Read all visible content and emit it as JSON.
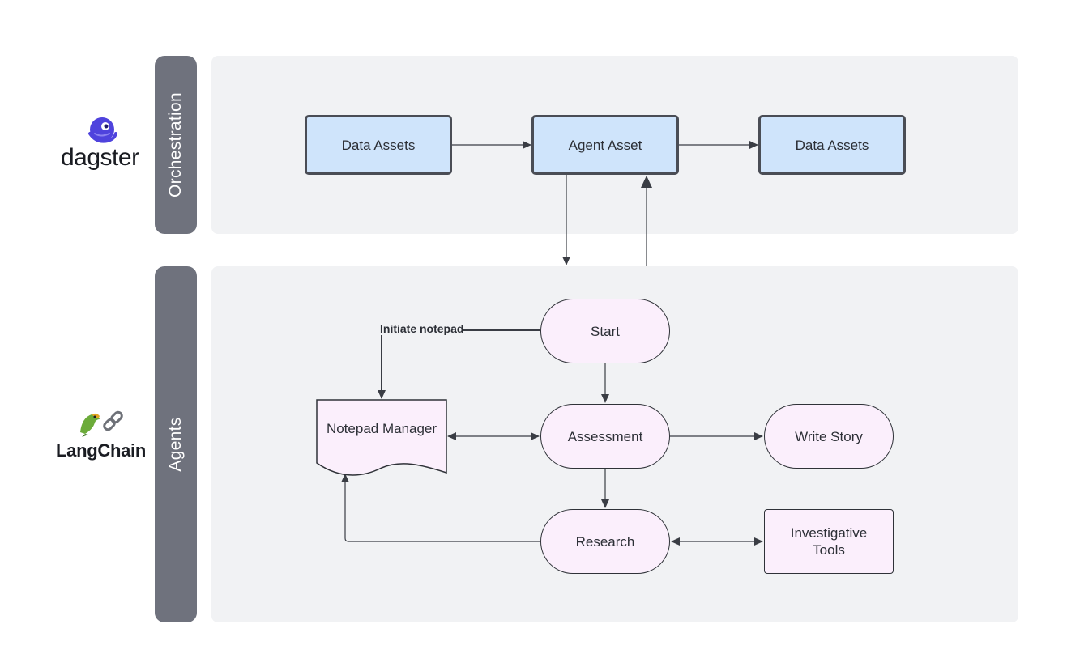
{
  "lanes": {
    "orchestration": {
      "label": "Orchestration"
    },
    "agents": {
      "label": "Agents"
    }
  },
  "logos": {
    "dagster": {
      "text": "dagster",
      "icon": "octopus-icon",
      "color": "#4f43dd"
    },
    "langchain": {
      "text": "LangChain",
      "icon": "parrot-chain-icon"
    }
  },
  "nodes": {
    "data_assets_in": {
      "label": "Data Assets"
    },
    "agent_asset": {
      "label": "Agent Asset"
    },
    "data_assets_out": {
      "label": "Data Assets"
    },
    "start": {
      "label": "Start"
    },
    "notepad_manager": {
      "label": "Notepad Manager"
    },
    "assessment": {
      "label": "Assessment"
    },
    "write_story": {
      "label": "Write Story"
    },
    "research": {
      "label": "Research"
    },
    "investigative_tools": {
      "label": "Investigative Tools"
    }
  },
  "edges": {
    "initiate_notepad": {
      "label": "Initiate notepad"
    }
  },
  "colors": {
    "lane_label": "#6f727d",
    "lane_background": "#f1f2f4",
    "asset_fill": "#cfe4fb",
    "agent_node_fill": "#fbeffc",
    "connector": "#3a3d44"
  }
}
